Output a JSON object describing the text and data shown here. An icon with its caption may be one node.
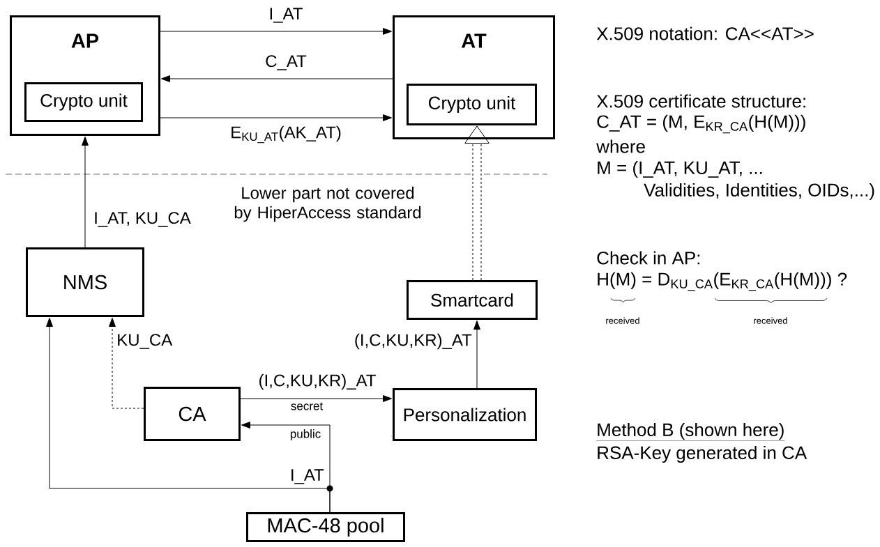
{
  "diagram": {
    "nodes": [
      {
        "text": [
          "AP"
        ]
      },
      {
        "text": [
          "Crypto unit"
        ],
        "in": 0
      },
      {
        "text": [
          "AT"
        ]
      },
      {
        "text": [
          "Crypto unit"
        ],
        "in": 2
      },
      {
        "text": [
          "NMS"
        ]
      },
      {
        "text": [
          "Smartcard"
        ]
      },
      {
        "text": [
          "CA"
        ]
      },
      {
        "text": [
          "Personalization"
        ]
      },
      {
        "text": [
          "MAC-48 pool"
        ]
      }
    ],
    "edges": [
      {
        "from": 0,
        "to": 2,
        "arrow": "to",
        "label": "I_AT"
      },
      {
        "from": 2,
        "to": 0,
        "arrow": "to",
        "label": "C_AT"
      },
      {
        "from": 0,
        "to": 2,
        "arrow": "to",
        "label": "E$_{KU_AT}$(AK_AT)"
      },
      {
        "from": 4,
        "to": 0,
        "arrow": "to",
        "label": "I_AT, KU_CA"
      },
      {
        "from": 5,
        "to": 3,
        "arrow": "to",
        "style": "dashed"
      },
      {
        "from": 7,
        "to": 5,
        "arrow": "to",
        "label": "(I,C,KU,KR)_AT"
      },
      {
        "from": 6,
        "to": 7,
        "arrow": "to",
        "label": "(I,C,KU,KR)_AT"
      },
      {
        "from": 6,
        "to": 4,
        "arrow": "to",
        "label": "KU_CA",
        "style": "dashed"
      },
      {
        "from": 8,
        "to": 6,
        "arrow": "to",
        "label": "public"
      },
      {
        "from": 8,
        "to": 4,
        "arrow": "to",
        "label": "I_AT"
      }
    ],
    "labels": [
      "X.509 notation: CA<<AT>>",
      "X.509 certificate structure:",
      "C_AT = (M, E$_{KR_CA}$(H(M)))",
      "where",
      "M = (I_AT, KU_AT, ...",
      "Validities, Identities, OIDs,...)",
      "Lower part not covered by HiperAccess standard",
      "Check in AP:",
      "H(M) = D$_{KU_CA}$(E$_{KR_CA}$(H(M))) ?",
      "received",
      "received",
      "secret",
      "Method B (shown here)",
      "RSA-Key generated in CA"
    ]
  }
}
